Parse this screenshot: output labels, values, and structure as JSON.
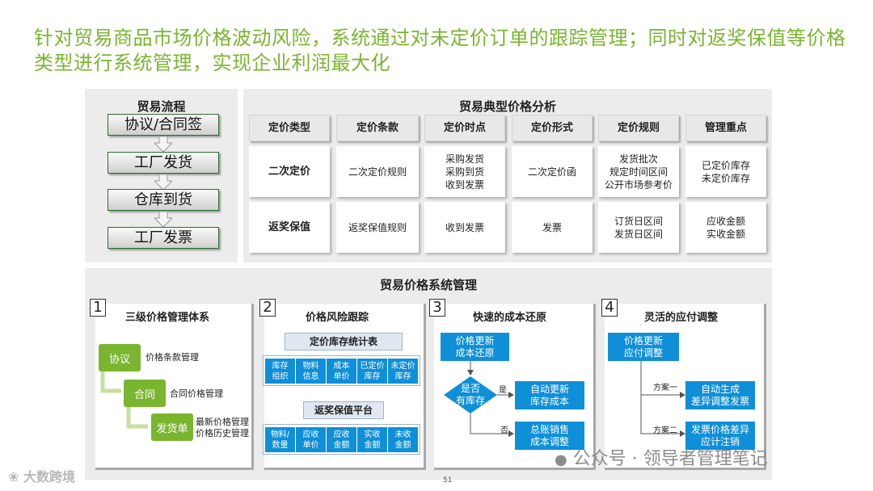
{
  "title": "针对贸易商品市场价格波动风险，系统通过对未定价订单的跟踪管理；同时对返奖保值等价格类型进行系统管理，实现企业利润最大化",
  "flow": {
    "title": "贸易流程",
    "steps": [
      "协议/合同签",
      "工厂发货",
      "仓库到货",
      "工厂发票"
    ]
  },
  "analysis": {
    "title": "贸易典型价格分析",
    "headers": [
      "定价类型",
      "定价条款",
      "定价时点",
      "定价形式",
      "定价规则",
      "管理重点"
    ],
    "rows": [
      [
        "二次定价",
        "二次定价规则",
        "采购发货\n采购到货\n收到发票",
        "二次定价函",
        "发货批次\n规定时间区间\n公开市场参考价",
        "已定价库存\n未定价库存"
      ],
      [
        "返奖保值",
        "返奖保值规则",
        "收到发票",
        "发票",
        "订货日区间\n发货日区间",
        "应收金额\n实收金额"
      ]
    ]
  },
  "system": {
    "title": "贸易价格系统管理",
    "panels": [
      {
        "num": "1",
        "title": "三级价格管理体系",
        "levels": [
          {
            "box": "协议",
            "label": "价格条款管理"
          },
          {
            "box": "合同",
            "label": "合同价格管理"
          },
          {
            "box": "发货单",
            "label": "最新价格管理\n价格历史管理"
          }
        ]
      },
      {
        "num": "2",
        "title": "价格风险跟踪",
        "table1": {
          "title": "定价库存统计表",
          "cells": [
            "库存\n组织",
            "物料\n信息",
            "成本\n单价",
            "已定价\n库存",
            "未定价\n库存"
          ]
        },
        "table2": {
          "title": "返奖保值平台",
          "cells": [
            "物料/\n数量",
            "应收\n单价",
            "应收\n金额",
            "实收\n金额",
            "未收\n金额"
          ]
        }
      },
      {
        "num": "3",
        "title": "快速的成本还原",
        "start": "价格更新\n成本还原",
        "decision": "是否\n有库存",
        "yes": "是",
        "no": "否",
        "yes_box": "自动更新\n库存成本",
        "no_box": "总账销售\n成本调整"
      },
      {
        "num": "4",
        "title": "灵活的应付调整",
        "start": "价格更新\n应付调整",
        "option1": "方案一",
        "option2": "方案二",
        "box1": "自动生成\n差异调整发票",
        "box2": "发票价格差异\n应计注销"
      }
    ]
  },
  "page_number": "51",
  "watermark_left": "大数跨境",
  "watermark_right": "公众号 · 领导者管理笔记",
  "colors": {
    "green": "#7ab530",
    "blue": "#0f8fd8",
    "panel": "#ececec"
  }
}
